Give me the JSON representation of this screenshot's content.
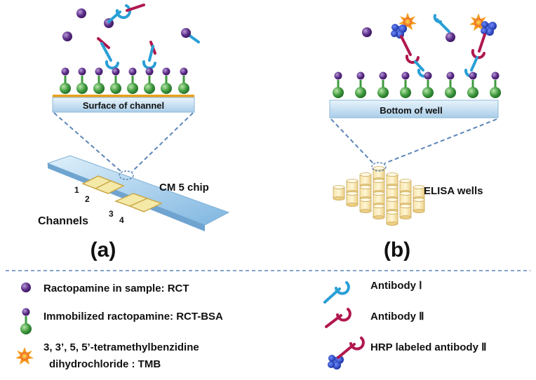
{
  "panel_a": {
    "surface_label": "Surface of channel",
    "chip_label": "CM 5 chip",
    "channels_label": "Channels",
    "channel_numbers": [
      "1",
      "2",
      "3",
      "4"
    ],
    "panel_label": "(a)"
  },
  "panel_b": {
    "surface_label": "Bottom of well",
    "wells_label": "ELISA wells",
    "panel_label": "(b)"
  },
  "legend": {
    "rct": "Ractopamine in sample: RCT",
    "rct_bsa": "Immobilized ractopamine: RCT-BSA",
    "tmb_line1": "3, 3’, 5, 5’-tetramethylbenzidine",
    "tmb_line2": "dihydrochloride : TMB",
    "antibody1": "Antibody Ⅰ",
    "antibody2": "Antibody Ⅱ",
    "hrp_antibody": "HRP labeled antibody Ⅱ"
  },
  "colors": {
    "rct_purple": "#5b2c86",
    "bsa_green": "#3f9a3f",
    "antibody1_blue": "#2a9fd6",
    "antibody2_crimson": "#b0174f",
    "hrp_blue": "#1f3fbf",
    "tmb_orange": "#f58220",
    "surface_blue": "#cfe6f5",
    "gold_strip": "#e8a21c",
    "dashed_line": "#5b86b8"
  }
}
